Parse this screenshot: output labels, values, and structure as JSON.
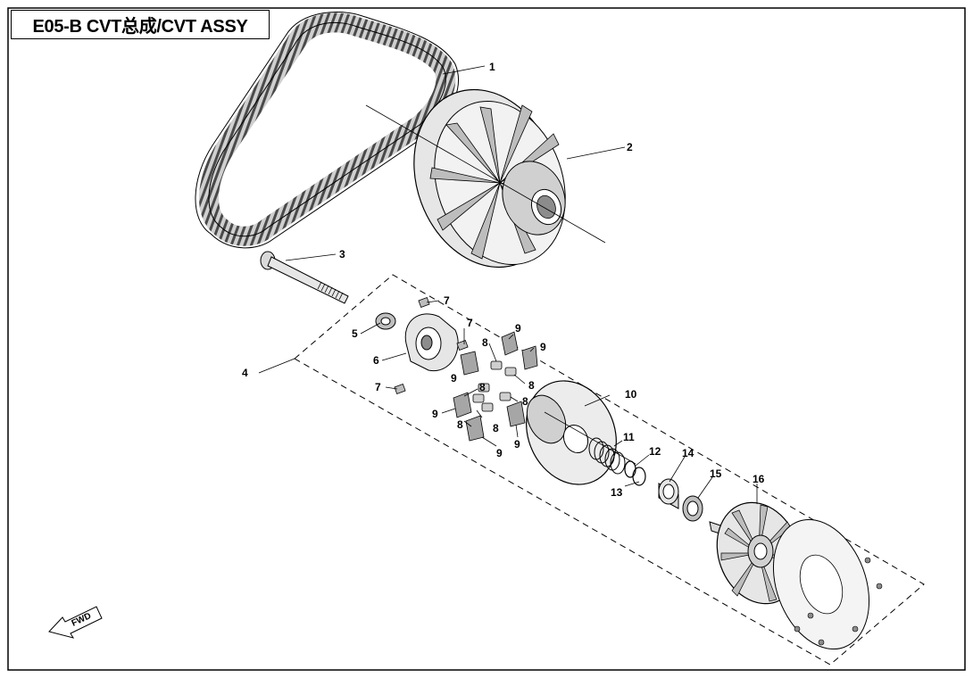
{
  "title": "E05-B CVT总成/CVT ASSY",
  "fwd_label": "FWD",
  "callouts": [
    {
      "id": "c1",
      "label": "1"
    },
    {
      "id": "c2",
      "label": "2"
    },
    {
      "id": "c3",
      "label": "3"
    },
    {
      "id": "c4",
      "label": "4"
    },
    {
      "id": "c5",
      "label": "5"
    },
    {
      "id": "c6",
      "label": "6"
    },
    {
      "id": "c7a",
      "label": "7"
    },
    {
      "id": "c7b",
      "label": "7"
    },
    {
      "id": "c7c",
      "label": "7"
    },
    {
      "id": "c8a",
      "label": "8"
    },
    {
      "id": "c8b",
      "label": "8"
    },
    {
      "id": "c8c",
      "label": "8"
    },
    {
      "id": "c8d",
      "label": "8"
    },
    {
      "id": "c8e",
      "label": "8"
    },
    {
      "id": "c8f",
      "label": "8"
    },
    {
      "id": "c9a",
      "label": "9"
    },
    {
      "id": "c9b",
      "label": "9"
    },
    {
      "id": "c9c",
      "label": "9"
    },
    {
      "id": "c9d",
      "label": "9"
    },
    {
      "id": "c9e",
      "label": "9"
    },
    {
      "id": "c9f",
      "label": "9"
    },
    {
      "id": "c10",
      "label": "10"
    },
    {
      "id": "c11",
      "label": "11"
    },
    {
      "id": "c12",
      "label": "12"
    },
    {
      "id": "c13",
      "label": "13"
    },
    {
      "id": "c14",
      "label": "14"
    },
    {
      "id": "c15",
      "label": "15"
    },
    {
      "id": "c16",
      "label": "16"
    }
  ],
  "colors": {
    "line": "#000000",
    "part_fill": "#d9d9d9",
    "part_dark": "#8c8c8c",
    "background": "#ffffff"
  }
}
